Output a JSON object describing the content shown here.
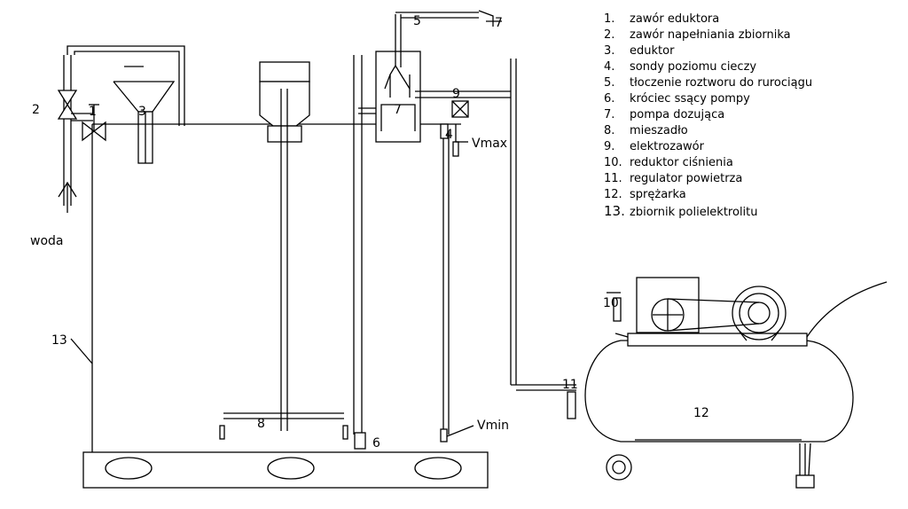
{
  "diagram": {
    "labels": {
      "water": "woda",
      "n1": "1",
      "n2": "2",
      "n3": "3",
      "n4": "4",
      "n5": "5",
      "n6": "6",
      "n7": "7",
      "n8": "8",
      "n9": "9",
      "n10": "10",
      "n11": "11",
      "n12": "12",
      "n13": "13",
      "vmax": "Vmax",
      "vmin": "Vmin"
    },
    "legend": [
      {
        "num": "1.",
        "text": "zawór eduktora"
      },
      {
        "num": "2.",
        "text": "zawór napełniania zbiornika"
      },
      {
        "num": "3.",
        "text": "eduktor"
      },
      {
        "num": "4.",
        "text": "sondy poziomu cieczy"
      },
      {
        "num": "5.",
        "text": "tłoczenie roztworu do rurociągu"
      },
      {
        "num": "6.",
        "text": "króciec ssący pompy"
      },
      {
        "num": "7.",
        "text": "pompa dozująca"
      },
      {
        "num": "8.",
        "text": "mieszadło"
      },
      {
        "num": "9.",
        "text": "elektrozawór"
      },
      {
        "num": "10.",
        "text": "reduktor ciśnienia"
      },
      {
        "num": "11.",
        "text": "regulator powietrza"
      },
      {
        "num": "12.",
        "text": "sprężarka"
      },
      {
        "num": "13.",
        "text": "zbiornik polielektrolitu"
      }
    ]
  }
}
